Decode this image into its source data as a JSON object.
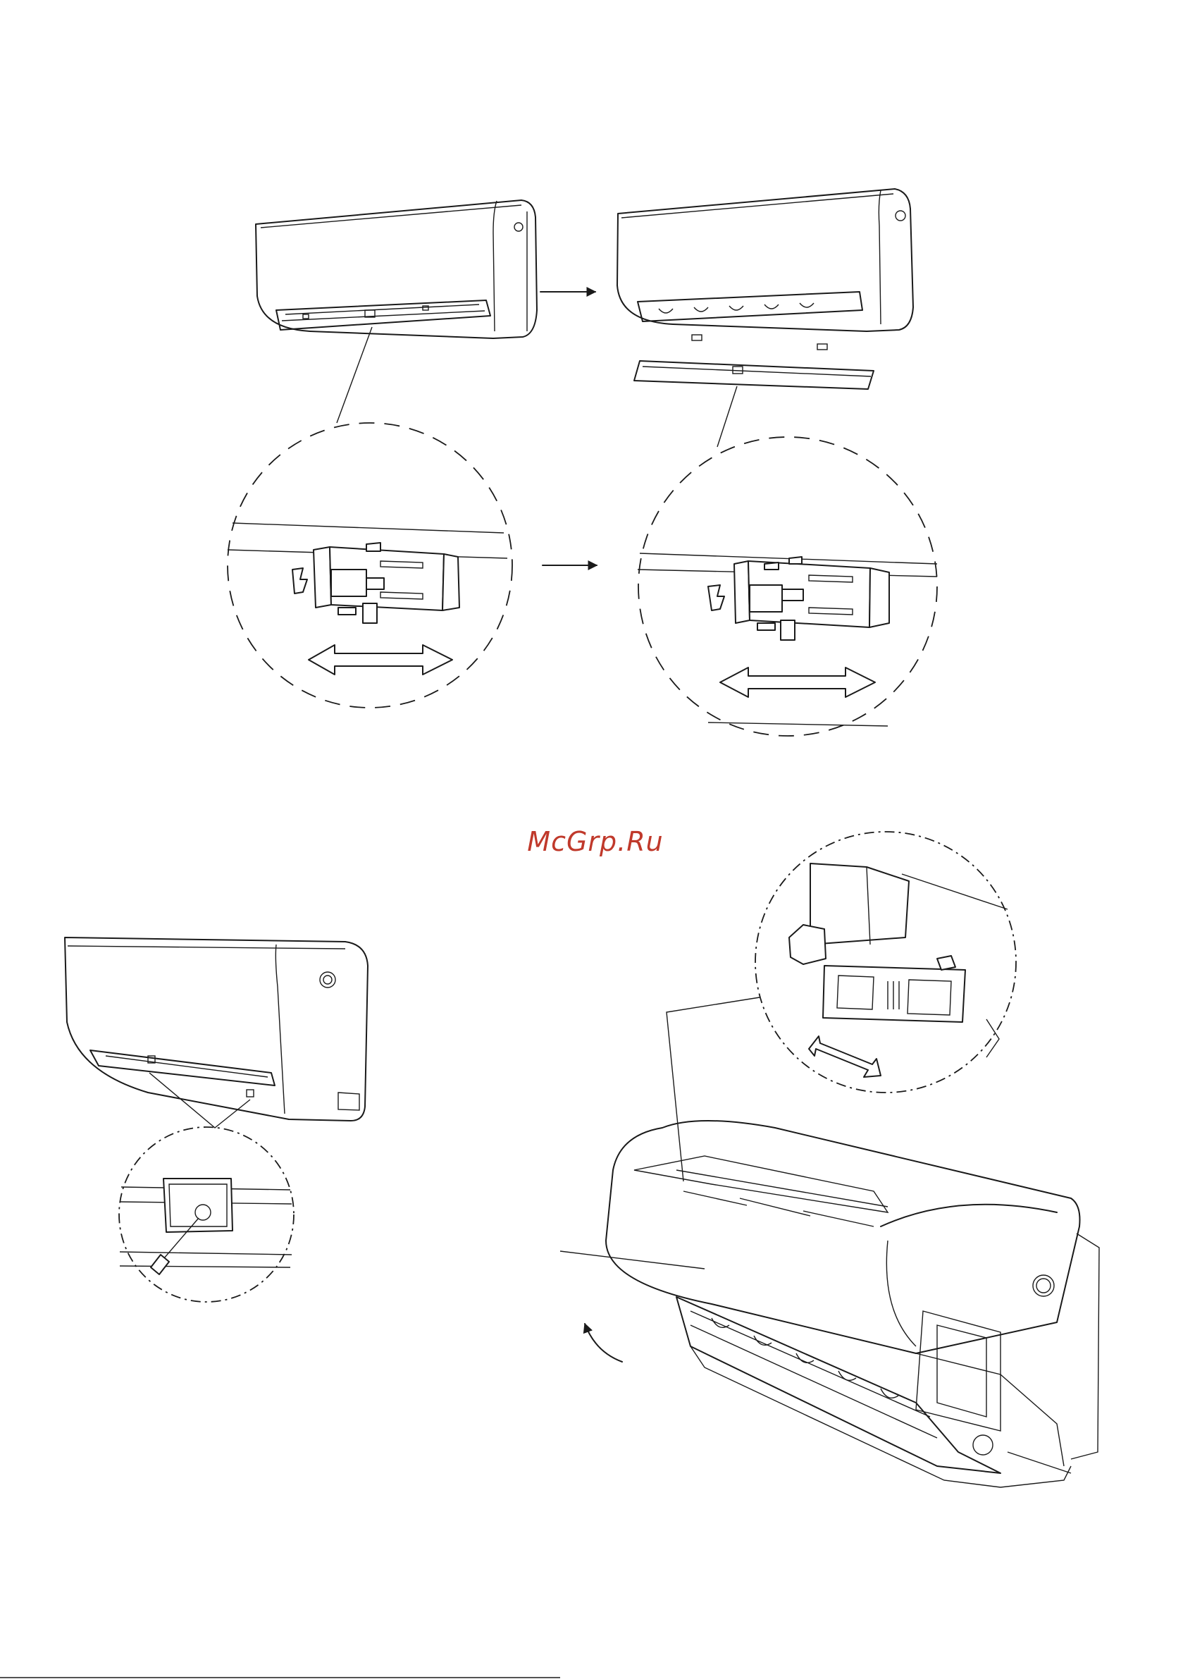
{
  "watermark": {
    "text": "McGrp.Ru",
    "color": "#c0392b"
  },
  "colors": {
    "line": "#1a1a1a",
    "background": "#ffffff"
  },
  "figures": [
    {
      "id": "fig-top-left",
      "icon": "indoor-unit-with-panel"
    },
    {
      "id": "fig-top-right",
      "icon": "indoor-unit-panel-removed"
    },
    {
      "id": "fig-bottom-left",
      "icon": "indoor-unit-screw-detail"
    },
    {
      "id": "fig-bottom-right",
      "icon": "indoor-unit-front-open"
    }
  ]
}
